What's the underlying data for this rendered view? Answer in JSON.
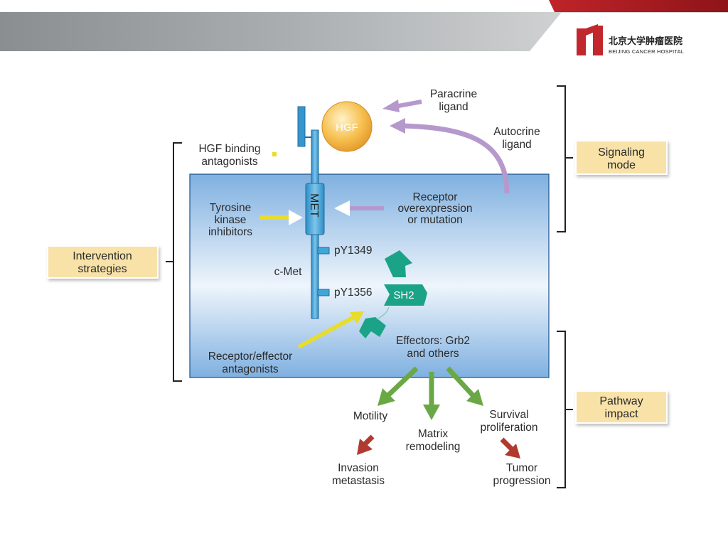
{
  "header": {
    "logo": {
      "cn_text": "北京大学肿瘤医院",
      "en_text": "BEIJING CANCER HOSPITAL"
    }
  },
  "diagram": {
    "ligand": {
      "hgf": "HGF",
      "paracrine": [
        "Paracrine",
        "ligand"
      ],
      "autocrine": [
        "Autocrine",
        "ligand"
      ]
    },
    "receptor": {
      "met": "MET",
      "cmet": "c-Met",
      "py1349": "pY1349",
      "py1356": "pY1356",
      "sh2": "SH2"
    },
    "labels": {
      "hgf_binding": [
        "HGF binding",
        "antagonists"
      ],
      "tyrosine": [
        "Tyrosine",
        "kinase",
        "inhibitors"
      ],
      "receptor_over": [
        "Receptor",
        "overexpression",
        "or mutation"
      ],
      "receptor_effector": [
        "Receptor/effector",
        "antagonists"
      ],
      "effectors": [
        "Effectors: Grb2",
        "and others"
      ]
    },
    "outcomes": {
      "motility": "Motility",
      "matrix": [
        "Matrix",
        "remodeling"
      ],
      "survival": [
        "Survival",
        "proliferation"
      ],
      "invasion": [
        "Invasion",
        "metastasis"
      ],
      "tumor": [
        "Tumor",
        "progression"
      ]
    },
    "side_boxes": {
      "signaling_mode": [
        "Signaling",
        "mode"
      ],
      "intervention": [
        "Intervention",
        "strategies"
      ],
      "pathway_impact": [
        "Pathway",
        "impact"
      ]
    }
  }
}
